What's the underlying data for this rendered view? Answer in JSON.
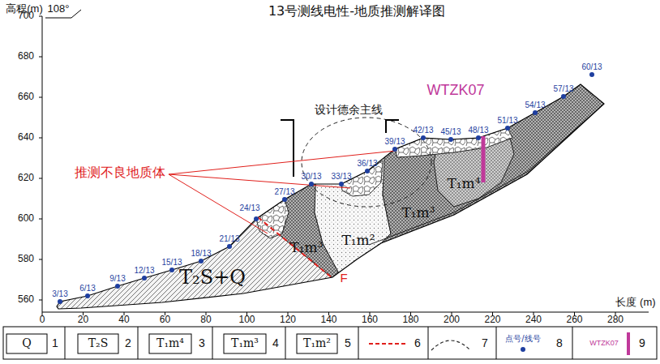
{
  "diagram": {
    "title": "13号测线电性-地质推测解译图",
    "labels": [
      "高程(m)",
      "108°",
      "700",
      "680",
      "660",
      "640",
      "620",
      "600",
      "580",
      "560",
      "0",
      "20",
      "40",
      "60",
      "80",
      "100",
      "120",
      "140",
      "160",
      "180",
      "200",
      "220",
      "240",
      "260",
      "280",
      "长度 (m)",
      "推测不良地质体",
      "设计德余主线",
      "WTZK07",
      "T₂S+Q",
      "T₁m³",
      "T₁m²",
      "T₁m³",
      "T₁m⁴",
      "F",
      "3/13",
      "6/13",
      "9/13",
      "12/13",
      "15/13",
      "18/13",
      "21/13",
      "24/13",
      "27/13",
      "30/13",
      "33/13",
      "36/13",
      "39/13",
      "42/13",
      "45/13",
      "48/13",
      "51/13",
      "54/13",
      "57/13",
      "60/13",
      "Q",
      "T₂S",
      "T₁m⁴",
      "T₁m³",
      "T₁m²",
      "点号/线号",
      "WTZK07"
    ],
    "legend": [
      {
        "text": "1"
      },
      {
        "text": "2"
      },
      {
        "text": "3"
      },
      {
        "text": "4"
      },
      {
        "text": "5"
      },
      {
        "text": "6"
      },
      {
        "text": "7"
      },
      {
        "text": "8"
      },
      {
        "text": "9"
      }
    ]
  }
}
